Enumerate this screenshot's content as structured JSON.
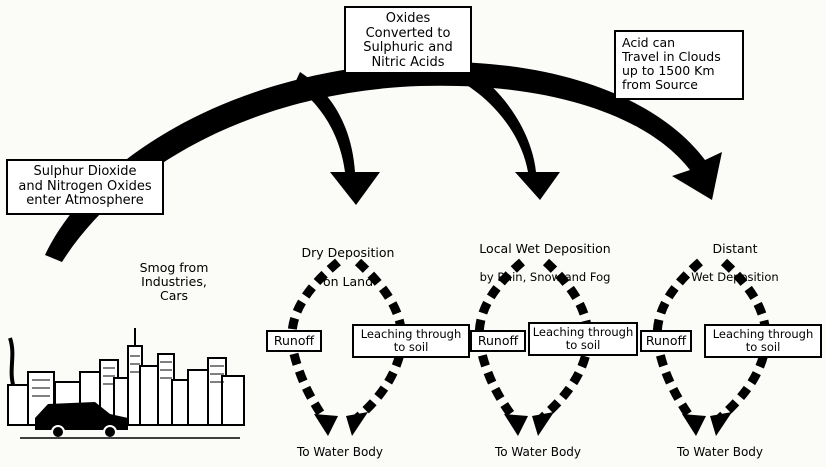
{
  "boxes": {
    "oxides_converted": "Oxides\nConverted to\nSulphuric and\nNitric Acids",
    "acid_travel": "Acid can\nTravel in Clouds\nup to 1500 Km\nfrom Source",
    "sulphur_dioxide": "Sulphur Dioxide\nand Nitrogen Oxides\nenter Atmosphere"
  },
  "smog_text": "Smog from\nIndustries,\nCars",
  "zones": [
    {
      "title_line1": "Dry Deposition",
      "title_line2": "on Land",
      "runoff": "Runoff",
      "leaching": "Leaching through\nto soil",
      "water": "To Water Body"
    },
    {
      "title_line1": "Local Wet Deposition",
      "title_line2": "by Rain, Snow and Fog",
      "runoff": "Runoff",
      "leaching": "Leaching through\nto soil",
      "water": "To Water Body"
    },
    {
      "title_line1": "Distant",
      "title_line2": "Wet Deposition",
      "runoff": "Runoff",
      "leaching": "Leaching through\nto soil",
      "water": "To Water Body"
    }
  ],
  "colors": {
    "ink": "#000000",
    "paper": "#fbfbf8",
    "box_fill": "#ffffff"
  }
}
